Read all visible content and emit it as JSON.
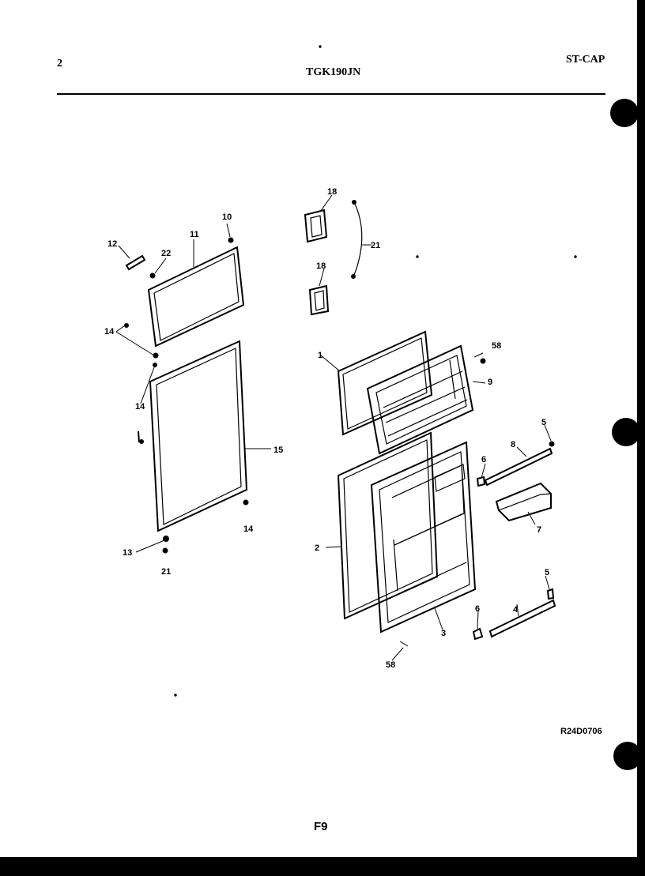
{
  "header": {
    "page_number": "2",
    "model": "TGK190JN",
    "code": "ST-CAP"
  },
  "diagram": {
    "drawing_number": "R24D0706",
    "page_label": "F9",
    "callouts": {
      "c12": "12",
      "c22": "22",
      "c11": "11",
      "c10": "10",
      "c14a": "14",
      "c14b": "14",
      "c14c": "14",
      "c15": "15",
      "c13": "13",
      "c21a": "21",
      "c18a": "18",
      "c18b": "18",
      "c21b": "21",
      "c1": "1",
      "c58a": "58",
      "c9": "9",
      "c5a": "5",
      "c8": "8",
      "c6a": "6",
      "c7": "7",
      "c2": "2",
      "c5b": "5",
      "c4": "4",
      "c6b": "6",
      "c3": "3",
      "c58b": "58"
    }
  }
}
